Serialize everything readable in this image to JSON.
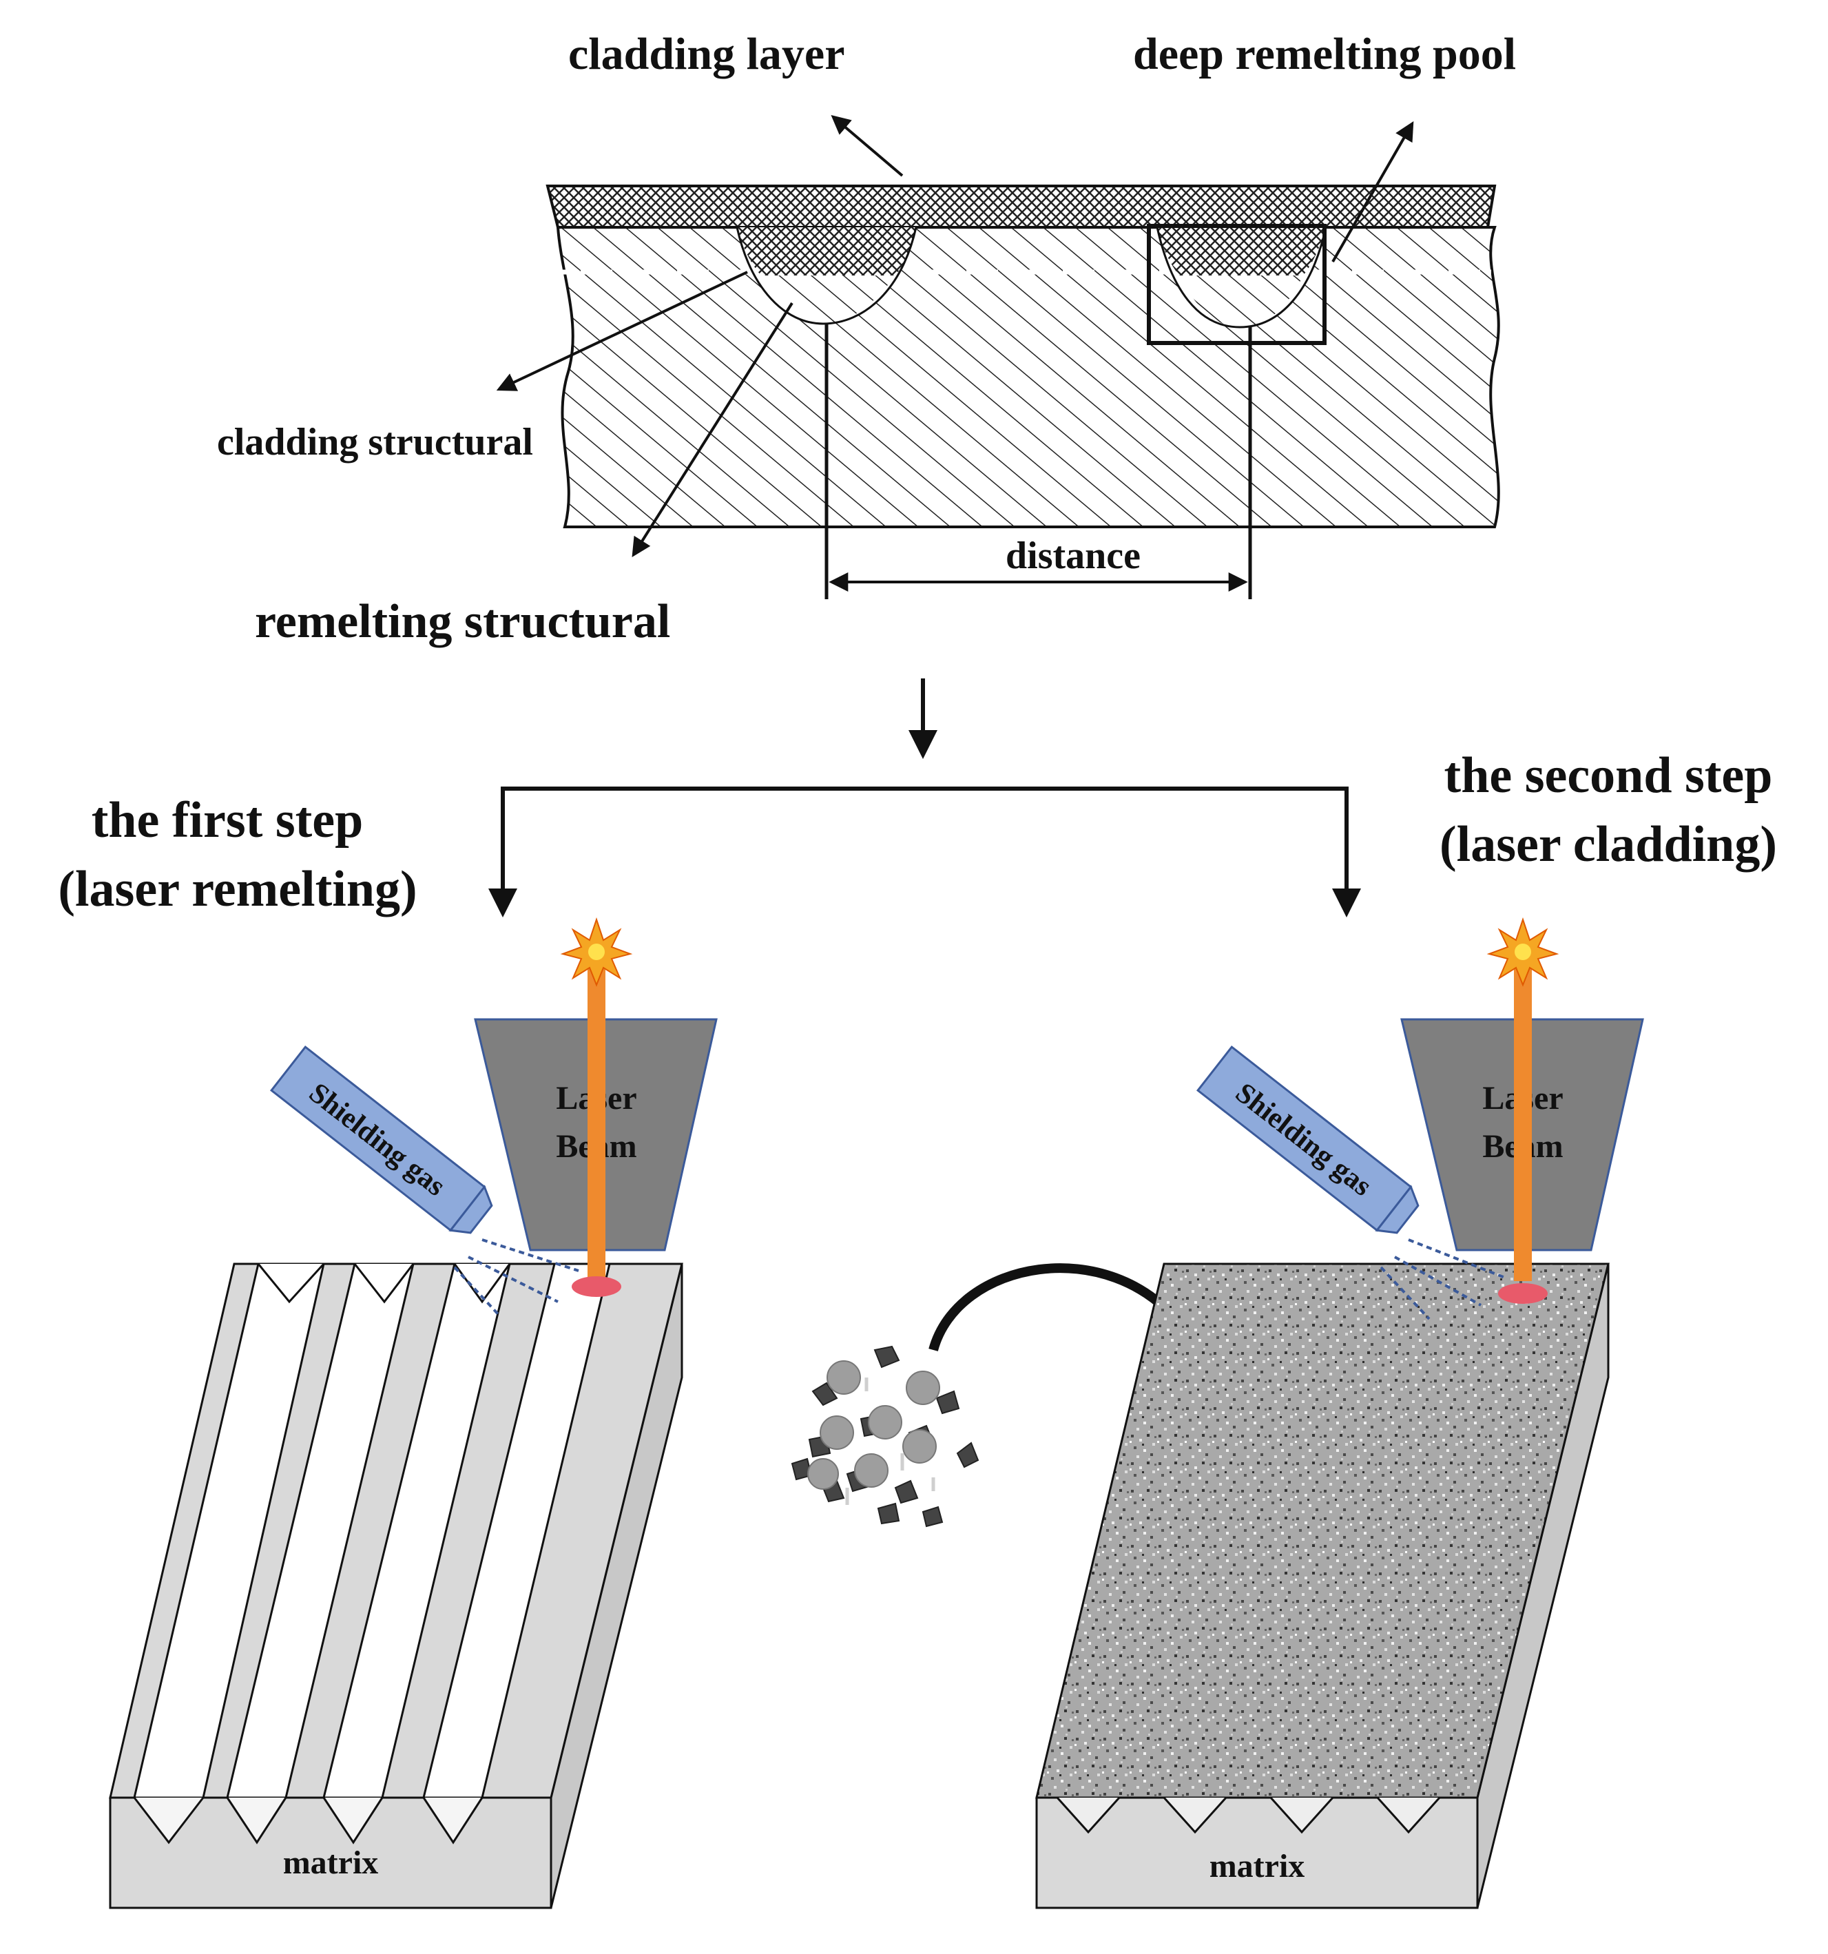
{
  "labels": {
    "cladding_layer": "cladding layer",
    "deep_remelting_pool": "deep remelting pool",
    "cladding_structural": "cladding structural",
    "remelting_structural": "remelting structural",
    "distance": "distance",
    "first_step_line1": "the first step",
    "first_step_line2": "(laser remelting)",
    "second_step_line1": "the second step",
    "second_step_line2": "(laser cladding)",
    "laser_line1": "Laser",
    "laser_line2": "Beam",
    "shielding_gas": "Shielding gas",
    "matrix": "matrix"
  },
  "colors": {
    "laser_beam": "#ef8a2e",
    "nozzle_body": "#7f7f7f",
    "shielding_nozzle": "#8eaadb",
    "laser_spot": "#e85a6a",
    "block_face": "#d9d9d9",
    "star": "#f5a623"
  },
  "icons": {
    "laser_source": "starburst-icon",
    "powder": "powder-particles-icon",
    "transfer": "curved-arrow-icon"
  }
}
